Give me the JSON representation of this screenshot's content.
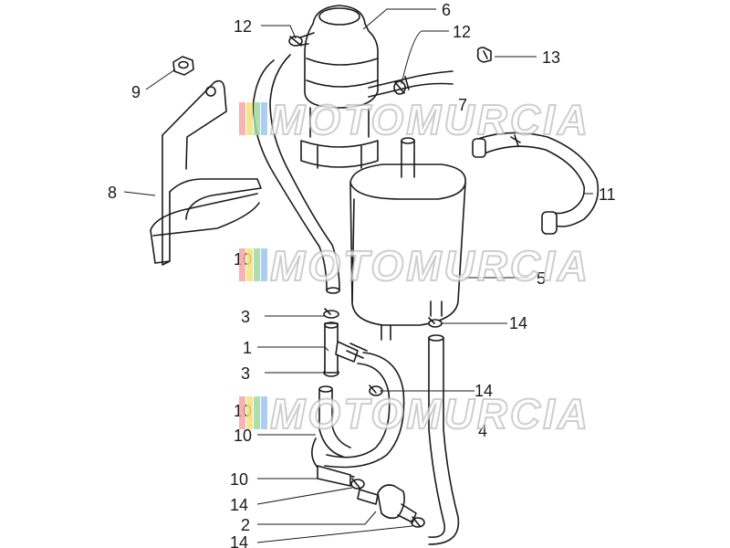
{
  "callouts": {
    "c12a": "12",
    "c6": "6",
    "c12b": "12",
    "c13": "13",
    "c9": "9",
    "c7": "7",
    "c8": "8",
    "c11": "11",
    "c5": "5",
    "c10a": "10",
    "c3a": "3",
    "c14a": "14",
    "c1": "1",
    "c3b": "3",
    "c14b": "14",
    "c10b": "10",
    "c10c": "10",
    "c4": "4",
    "c10d": "10",
    "c14c": "14",
    "c2": "2",
    "c14d": "14"
  },
  "watermark": {
    "brand": "MOTOMURCIA",
    "stripe_colors": [
      "#f6a6a6",
      "#f4e27a",
      "#9fd9a0",
      "#9cc7ee"
    ]
  }
}
